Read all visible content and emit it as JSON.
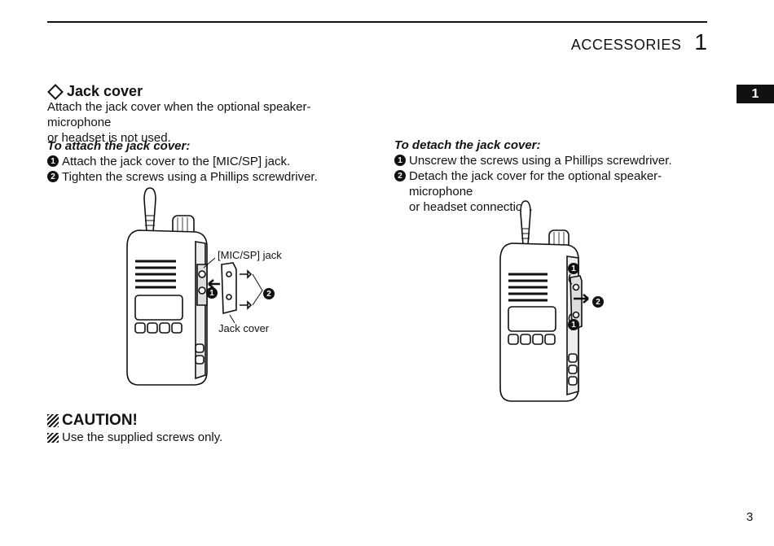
{
  "header": {
    "title": "ACCESSORIES",
    "chapter": "1"
  },
  "side_tab": {
    "label": "1"
  },
  "section": {
    "title": "Jack cover",
    "intro_line1": "Attach the jack cover when the optional speaker-microphone",
    "intro_line2": "or headset is not used."
  },
  "attach": {
    "heading": "To attach the jack cover:",
    "steps": [
      {
        "num": "1",
        "text": "Attach the jack cover to the [MIC/SP] jack."
      },
      {
        "num": "2",
        "text": "Tighten the screws using a Phillips screwdriver."
      }
    ]
  },
  "detach": {
    "heading": "To detach the jack cover:",
    "steps": [
      {
        "num": "1",
        "text": "Unscrew the screws using a Phillips screwdriver."
      },
      {
        "num": "2",
        "text_line1": "Detach the jack cover for the optional speaker-microphone",
        "text_line2": "or headset connection."
      }
    ]
  },
  "figure_left": {
    "label_jack": "[MIC/SP] jack",
    "label_cover": "Jack cover",
    "callout1": "1",
    "callout2": "2"
  },
  "figure_right": {
    "callout1a": "1",
    "callout2": "2",
    "callout1b": "1"
  },
  "caution": {
    "title": "CAUTION!",
    "text": "Use the supplied screws only."
  },
  "page_number": "3"
}
